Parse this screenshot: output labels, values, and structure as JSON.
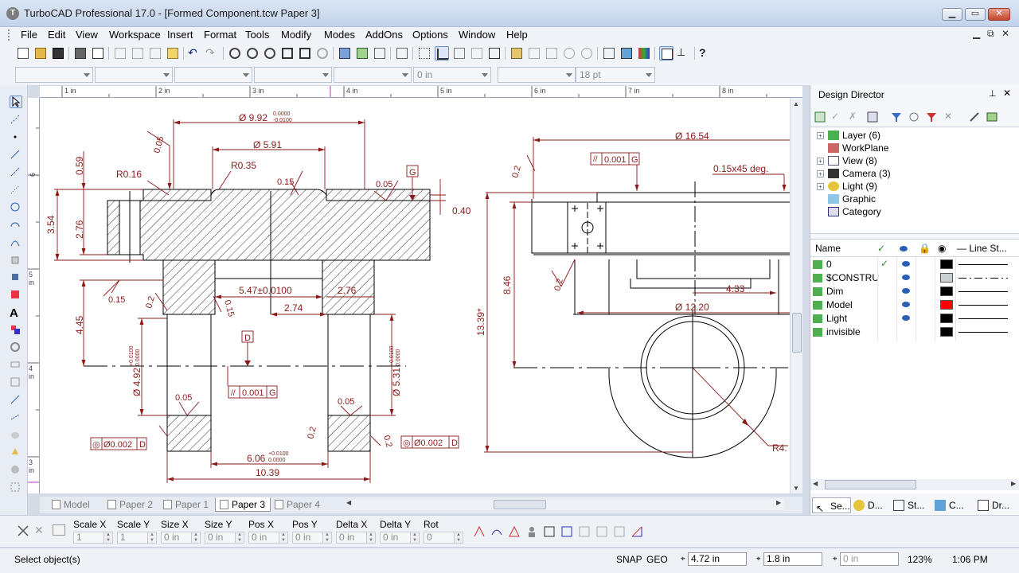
{
  "window": {
    "title": "TurboCAD Professional 17.0 - [Formed Component.tcw Paper 3]",
    "app_icon_letter": "T"
  },
  "menu": {
    "items": [
      "File",
      "Edit",
      "View",
      "Workspace",
      "Insert",
      "Format",
      "Tools",
      "Modify",
      "Modes",
      "AddOns",
      "Options",
      "Window",
      "Help"
    ]
  },
  "property_bar": {
    "thickness_value": "0 in",
    "text_size_value": "18 pt"
  },
  "ruler": {
    "labels": [
      "1 in",
      "2 in",
      "3 in",
      "4 in",
      "5 in",
      "6 in",
      "7 in",
      "8 in"
    ]
  },
  "vruler": {
    "labels": [
      "6 in",
      "5 in",
      "4 in",
      "3 in"
    ]
  },
  "drawing": {
    "left": {
      "d_top": "Ø 9.92",
      "d_top_tol_upper": "0.0000",
      "d_top_tol_lower": "-0.0100",
      "d_inner": "Ø 5.91",
      "r_016": "R0.16",
      "r_035": "R0.35",
      "v_059": "0.59",
      "v_354": "3.54",
      "v_276": "2.76",
      "v_445": "4.45",
      "diag_005_top": "0.05",
      "diag_005_right": "0.05",
      "diag_015": "0.15",
      "diag_015_left": "0.15",
      "diag_02_left": "0.2",
      "diag_015_mid": "0.15",
      "datum_g": "G",
      "datum_d": "D",
      "v_040": "0.40",
      "dim_547": "5.47±0.0100",
      "dim_274": "2.74",
      "dim_276_h": "2.76",
      "d_492": "Ø 4.92",
      "d_492_tol_upper": "+0.0100",
      "d_492_tol_lower": "0.0000",
      "d_531": "Ø 5.31",
      "d_531_tol_upper": "+0.0100",
      "d_531_tol_lower": "0.0000",
      "bot_005_l": "0.05",
      "bot_005_r": "0.05",
      "bot_02_l": "0.2",
      "bot_02_r": "0.2",
      "dim_606": "6.06",
      "dim_606_tol_upper": "+0.0100",
      "dim_606_tol_lower": "0.0000",
      "dim_1039": "10.39",
      "fcf_par_val": "0.001",
      "fcf_par_datum": "G",
      "fcf_conc_l_val": "Ø0.002",
      "fcf_conc_l_datum": "D",
      "fcf_conc_r_val": "Ø0.002",
      "fcf_conc_r_datum": "D"
    },
    "right": {
      "d_1654": "Ø 16.54",
      "fcf_val": "0.001",
      "fcf_datum": "G",
      "chamfer": "0.15x45 deg.",
      "diag_02_top": "0.2",
      "diag_02_mid": "0.2",
      "v_846": "8.46",
      "v_1339": "13.39*",
      "dim_433": "4.33",
      "d_1220": "Ø 12.20",
      "r4": "R4."
    }
  },
  "tabs": [
    "Model",
    "Paper 2",
    "Paper 1",
    "Paper 3",
    "Paper 4"
  ],
  "active_tab": "Paper 3",
  "design_director": {
    "title": "Design Director",
    "tree": [
      {
        "label": "Layer (6)",
        "expandable": true
      },
      {
        "label": "WorkPlane",
        "expandable": false
      },
      {
        "label": "View (8)",
        "expandable": true
      },
      {
        "label": "Camera (3)",
        "expandable": true
      },
      {
        "label": "Light (9)",
        "expandable": true
      },
      {
        "label": "Graphic",
        "expandable": false
      },
      {
        "label": "Category",
        "expandable": false
      }
    ],
    "list_headers": {
      "name": "Name",
      "line_style": "Line St..."
    },
    "layers": [
      {
        "name": "0",
        "checked": true,
        "visible": true,
        "color": "#000000",
        "line": "solid"
      },
      {
        "name": "$CONSTRU",
        "checked": false,
        "visible": true,
        "color": "#c8d0d4",
        "line": "dashdot"
      },
      {
        "name": "Dim",
        "checked": false,
        "visible": true,
        "color": "#000000",
        "line": "solid"
      },
      {
        "name": "Model",
        "checked": false,
        "visible": true,
        "color": "#ff0000",
        "line": "solid"
      },
      {
        "name": "Light",
        "checked": false,
        "visible": true,
        "color": "#000000",
        "line": "solid"
      },
      {
        "name": "invisible",
        "checked": false,
        "visible": false,
        "color": "#000000",
        "line": "solid"
      }
    ],
    "bottom_tabs": [
      "Se...",
      "D...",
      "St...",
      "C...",
      "Dr..."
    ]
  },
  "inspector": {
    "fields": [
      {
        "label": "Scale X",
        "value": "1"
      },
      {
        "label": "Scale Y",
        "value": "1"
      },
      {
        "label": "Size X",
        "value": "0 in"
      },
      {
        "label": "Size Y",
        "value": "0 in"
      },
      {
        "label": "Pos X",
        "value": "0 in"
      },
      {
        "label": "Pos Y",
        "value": "0 in"
      },
      {
        "label": "Delta X",
        "value": "0 in"
      },
      {
        "label": "Delta Y",
        "value": "0 in"
      },
      {
        "label": "Rot",
        "value": "0"
      }
    ]
  },
  "status": {
    "message": "Select object(s)",
    "snap": "SNAP",
    "geo": "GEO",
    "x_value": "4.72 in",
    "y_value": "1.8 in",
    "z_value": "0 in",
    "zoom": "123%",
    "time": "1:06 PM"
  },
  "colors": {
    "dim_red": "#8b1a1a",
    "model_red": "#ff0000",
    "window_blue": "#c2d3ea"
  }
}
